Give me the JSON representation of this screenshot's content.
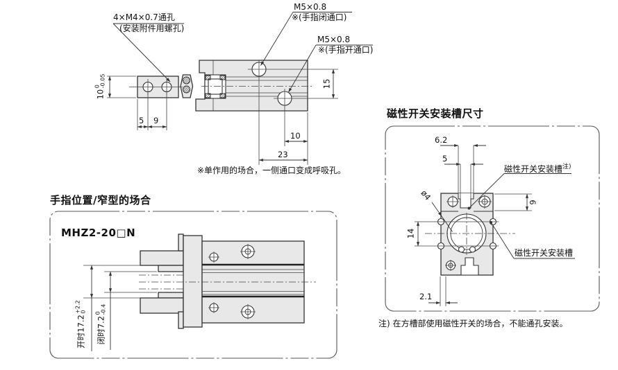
{
  "colors": {
    "line": "#333333",
    "part_fill": "#e8e8e8",
    "background": "#ffffff"
  },
  "top_view": {
    "callouts": {
      "m4_l1": "4×M4×0.7通孔",
      "m4_l2": "(安装附件用螺孔)",
      "m5_close_l1": "M5×0.8",
      "m5_close_l2": "※(手指闭通口)",
      "m5_open_l1": "M5×0.8",
      "m5_open_l2": "※(手指开通口)"
    },
    "dims": {
      "hole_edge_5": "5",
      "hole_pitch_9": "9",
      "port_offset_10": "10",
      "port_pitch_23": "23",
      "port_height_15": "15",
      "finger_thickness": {
        "main": "10",
        "tol_top": "0",
        "tol_bottom": "-0.05"
      }
    },
    "note": "※单作用的场合，一侧通口变成呼吸孔。"
  },
  "narrow_view": {
    "section_title": "手指位置/窄型的场合",
    "model": "MHZ2-20□N",
    "dims": {
      "open": {
        "prefix": "开时",
        "main": "17.2",
        "tol_top": "+2.2",
        "tol_bottom": "0"
      },
      "closed": {
        "prefix": "闭时",
        "main": "7.2",
        "tol_top": "0",
        "tol_bottom": "-0.4"
      }
    }
  },
  "switch_view": {
    "section_title": "磁性开关安装槽尺寸",
    "callouts": {
      "slot_top": "磁性开关安装槽",
      "slot_top_sup": "注)",
      "slot_side": "磁性开关安装槽",
      "groove_dia": "ø4"
    },
    "dims": {
      "slot_width_62": "6.2",
      "slot_width_5": "5",
      "depth_9": "9",
      "groove_pitch_14": "14",
      "offset_21": "2.1"
    },
    "note": "注) 在方槽部使用磁性开关的场合，不能通孔安装。"
  }
}
